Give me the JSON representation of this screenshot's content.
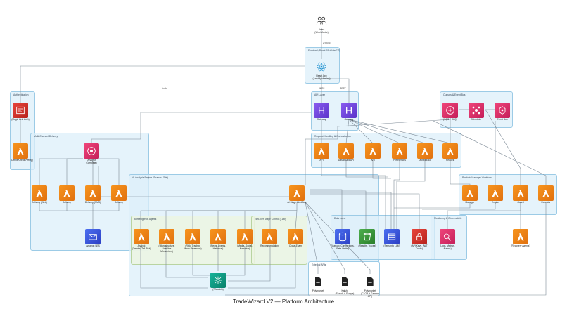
{
  "title": "TradeWizard V2 — Platform Architecture",
  "groups": {
    "frontend": "Frontend (React 19 + Vite 7.3)",
    "authentication": "Authentication",
    "api_layer": "API Layer",
    "queues": "Queues & Event Bus",
    "multi_channel": "Multi-Channel Delivery",
    "request_handling": "Request Handling & Orchestration",
    "ai_analysis": "AI Analysis Engine (Strands SDK)",
    "portfolio": "Portfolio Manager Workflow",
    "intelligence": "6 Intelligence Agents",
    "two_tier": "Two-Tier Stage Control (LLM)",
    "data_layer": "Data Layer",
    "monitoring": "Monitoring & Observability",
    "external": "External APIs"
  },
  "nodes": {
    "users": "Users\n(Web/Mobile)",
    "react_app": "React App\n(Amplify Hosting)",
    "cognito": "(Magic Link Auth)",
    "auth_fn": "(Define/Create/Verify)",
    "ws_gateway": "Gateway",
    "rest_gateway": "Gateway",
    "sqs": "(SQS + DLQ)",
    "scheduler": "Scheduler",
    "event_bus": "Event Bus",
    "analysis_complete": "(Analysis Complete)",
    "push_delivery": "Delivery (Web)",
    "email_delivery": "Delivery",
    "sms_delivery": "Delivery (SMS)",
    "ws_delivery": "Delivery",
    "ses": "Amazon SES",
    "rh_1": "API",
    "rh_2": "Dashboard API",
    "rh_3": "API",
    "rh_4": "Preferences",
    "rh_5": "Orchestrator",
    "rh_6": "Request",
    "orchestrator": "AI Stage Workflow",
    "pm_manager": "Manager",
    "pm_engine": "Engine",
    "pm_guard": "Guard",
    "pm_executor": "Executor",
    "ag_1": "Analyst\n(Creator, Tail Risk)",
    "ag_2": "(Microstructure, Baseline\nMomentum)",
    "ag_3": "(Risk, Trading,\nMean Reversion)",
    "ag_4": "(News, Events,\nHistorical)",
    "ag_5": "(Media, Social,\nNarrative)",
    "tt_1": "Recommendation",
    "tt_2": "Cross-Exam",
    "dynamodb": "(Markup, Connections,\nRate Limits)",
    "s3": "(Results, Traces)",
    "redis": "(Semantic LLM)",
    "waf": "(API Keys, JWT Creds)",
    "cloudwatch": "(Logs, Metrics,\nAlarms)",
    "recovery": "(Recovery Agents)",
    "bedrock": "(7 Models)",
    "ext_1": "Polymarket",
    "ext_2": "Kalshi\n(Search + Scrape)",
    "ext_3": "Polymarket\n(CLOB + Gamma API)"
  },
  "edge_labels": {
    "https": "HTTPS",
    "auth": "Auth",
    "ws": "WSS",
    "rest": "REST"
  },
  "colors": {
    "lambda": "#f7941d",
    "edge": "#7d8a96",
    "group_blue": "#dceffa",
    "group_green": "#ecf4e2"
  }
}
